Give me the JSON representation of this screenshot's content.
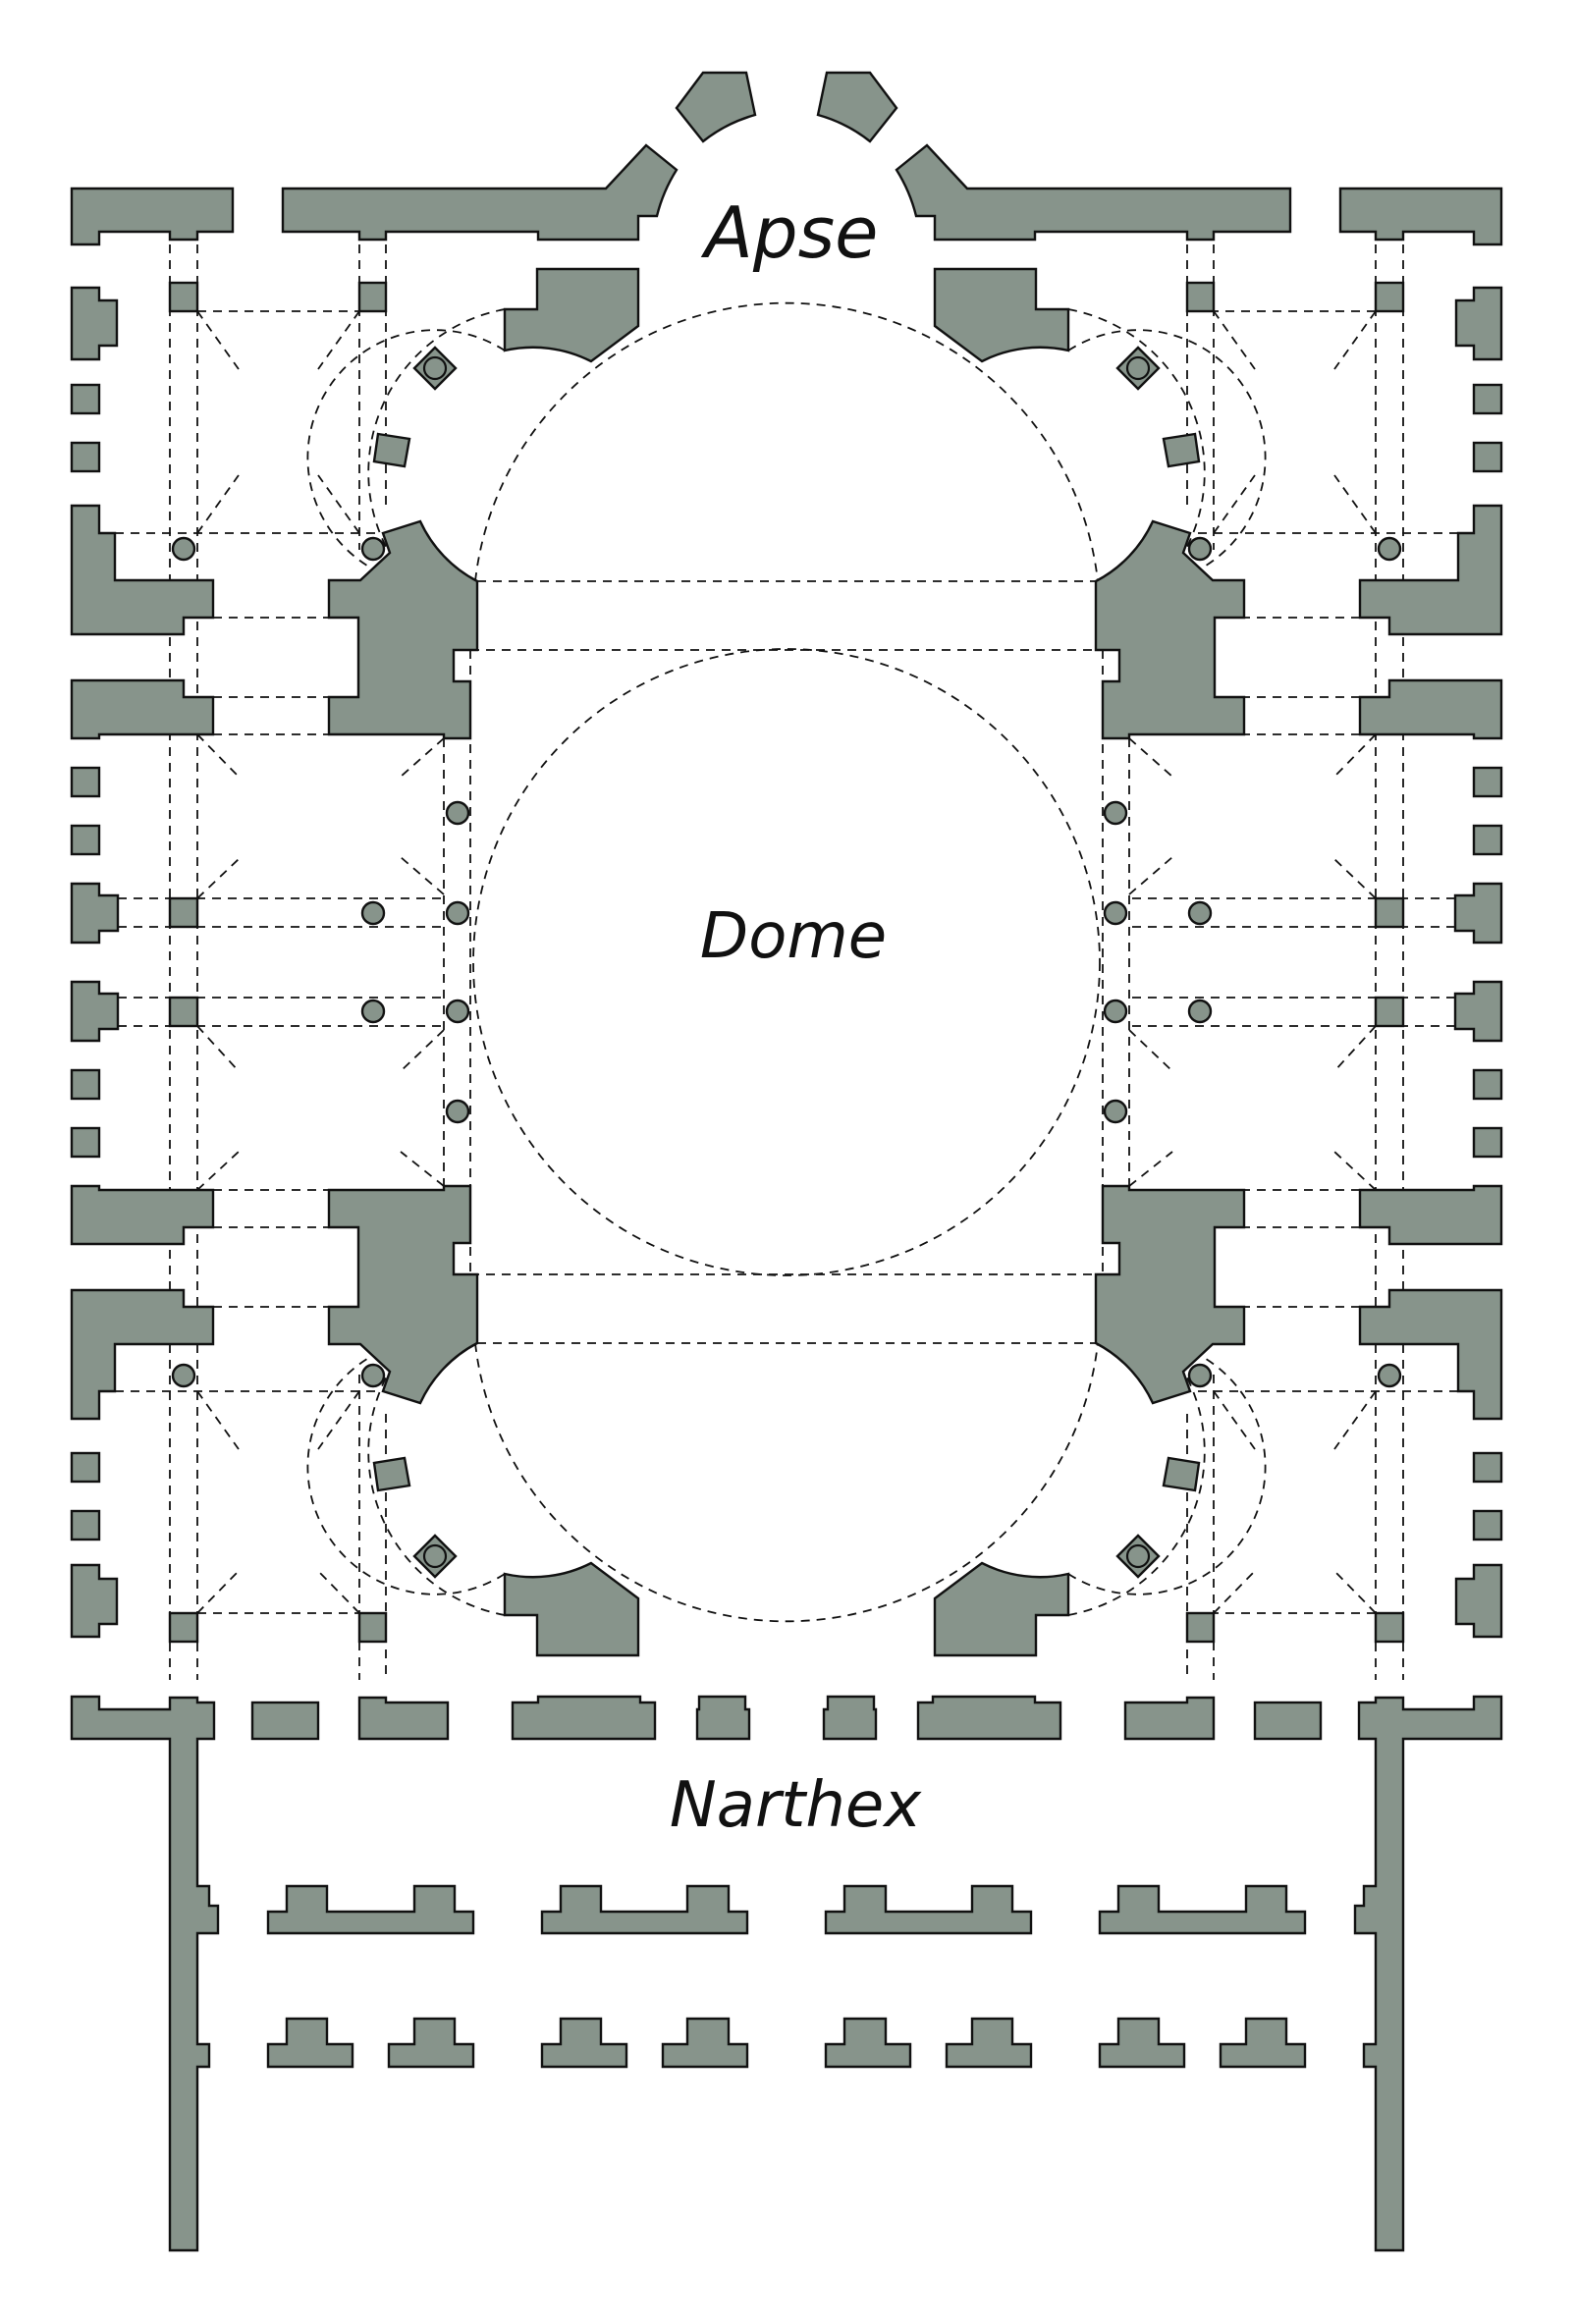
{
  "figure": {
    "type": "architectural floor plan",
    "subject": "Centrally domed basilica with apse and narthex"
  },
  "labels": {
    "apse": "Apse",
    "dome": "Dome",
    "narthex": "Narthex"
  },
  "legend_colors": {
    "masonry_fill": "#87948b",
    "outline": "#111111",
    "background": "#ffffff"
  },
  "elements": {
    "masonry": "solid walls and piers (grey fill)",
    "columns": "circular column bases",
    "construction_lines": "dashed lines indicating dome, semi-domes, exedrae and vault bays"
  }
}
